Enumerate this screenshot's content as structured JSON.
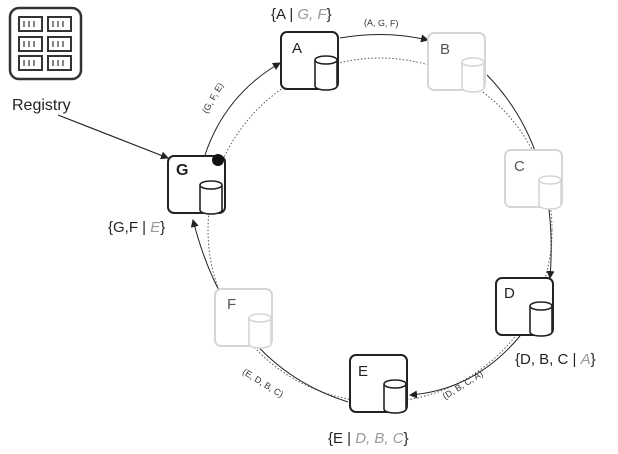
{
  "registry": {
    "label": "Registry"
  },
  "nodes": {
    "A": {
      "label": "A",
      "tag_main": "{A | ",
      "tag_rest": "G, F",
      "tag_end": "}"
    },
    "B": {
      "label": "B"
    },
    "C": {
      "label": "C"
    },
    "D": {
      "label": "D",
      "tag_main": "{D, B, C | ",
      "tag_rest": "A",
      "tag_end": "}"
    },
    "E": {
      "label": "E",
      "tag_main": "{E | ",
      "tag_rest": "D, B, C",
      "tag_end": "}"
    },
    "F": {
      "label": "F"
    },
    "G": {
      "label": "G",
      "tag_main": "{G,F | ",
      "tag_rest": "E",
      "tag_end": "}"
    }
  },
  "arrows": {
    "g_to_a": "(G, F, E)",
    "a_to_b": "(A, G, F)",
    "d_to_e": "(D, B, C, A)",
    "e_to_g": "(E, D, B, C)"
  },
  "colors": {
    "active": "#222222",
    "inactive": "#d6d6d6",
    "ring": "#555555"
  }
}
